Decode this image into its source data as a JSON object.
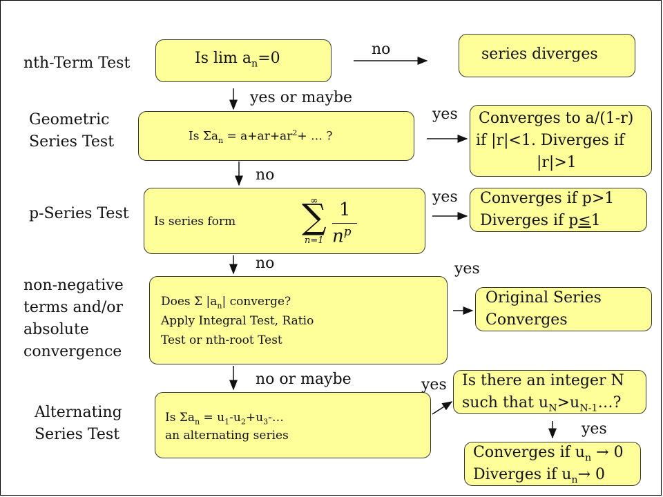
{
  "tests": {
    "nth_term": "nth-Term Test",
    "geometric_1": "Geometric",
    "geometric_2": "Series Test",
    "p_series": "p-Series Test",
    "nonneg_1": "non-negative",
    "nonneg_2": "terms and/or",
    "nonneg_3": "absolute",
    "nonneg_4": "convergence",
    "alternating_1": "Alternating",
    "alternating_2": "Series Test"
  },
  "nodes": {
    "nth": {
      "pre": "Is lim a",
      "sub": "n",
      "post": "=0"
    },
    "diverges": "series diverges",
    "geo": {
      "a": "Is Σa",
      "b": "n",
      "c": " = a+ar+ar",
      "d": "2",
      "e": "+ … ?"
    },
    "geo_result_1": "Converges to a/(1-r)",
    "geo_result_2": "if |r|<1. Diverges if",
    "geo_result_3": "|r|>1",
    "p": {
      "text": "Is series form",
      "sum_top": "∞",
      "sum_bottom": "n=1",
      "num": "1",
      "den_n": "n",
      "den_p": "p"
    },
    "p_result_1": "Converges if p>1",
    "p_result_2": {
      "pre": "Diverges if p",
      "le": "≤",
      "post": "1"
    },
    "abs": {
      "l1_a": "Does Σ |a",
      "l1_b": "n",
      "l1_c": "| converge?",
      "l2": "Apply Integral Test, Ratio",
      "l3": "Test or nth-root Test"
    },
    "abs_result_1": "Original Series",
    "abs_result_2": "Converges",
    "alt": {
      "l1_a": "Is Σa",
      "l1_b": "n",
      "l1_c": " = u",
      "l1_d": "1",
      "l1_e": "-u",
      "l1_f": "2",
      "l1_g": "+u",
      "l1_h": "3",
      "l1_i": "-…",
      "l2": "an alternating series"
    },
    "alt_q_1": "Is there an integer N",
    "alt_q_2": {
      "a": "such that u",
      "b": "N",
      "c": ">u",
      "d": "N-1",
      "e": "…?"
    },
    "alt_result_1": {
      "a": "Converges if u",
      "b": "n",
      "c": " → 0"
    },
    "alt_result_2": {
      "a": "Diverges if u",
      "b": "n",
      "c": "→ 0"
    }
  },
  "edge_labels": {
    "no_top": "no",
    "yes_or_maybe": "yes or maybe",
    "yes_geo": "yes",
    "no_geo": "no",
    "yes_p": "yes",
    "no_p": "no",
    "yes_abs": "yes",
    "no_or_maybe": "no or maybe",
    "yes_alt": "yes",
    "yes_alt_q": "yes"
  }
}
